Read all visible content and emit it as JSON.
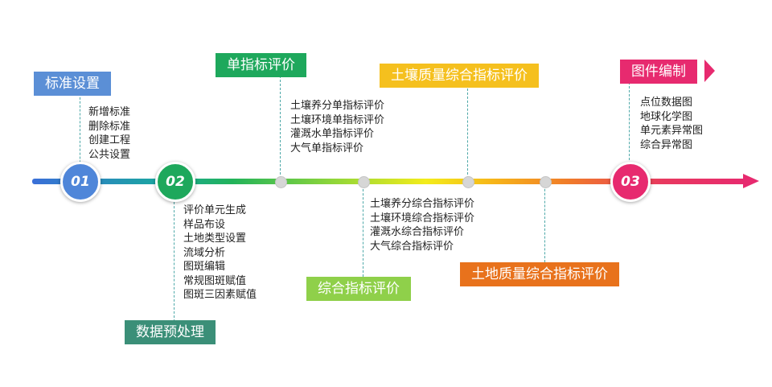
{
  "colors": {
    "blue": "#5b8fd6",
    "green_dark": "#1ea85c",
    "green_light": "#8fd04a",
    "yellow": "#f5c01e",
    "orange": "#e8721c",
    "pink": "#e72a6f",
    "teal": "#3b8f78"
  },
  "nodes": {
    "n1": "01",
    "n2": "02",
    "n3": "03"
  },
  "tags": {
    "standard_settings": "标准设置",
    "data_preprocess": "数据预处理",
    "single_eval": "单指标评价",
    "composite_eval": "综合指标评价",
    "soil_quality_eval": "土壤质量综合指标评价",
    "land_quality_eval": "土地质量综合指标评价",
    "map_editing": "图件编制"
  },
  "lists": {
    "standard_settings": [
      "新增标准",
      "删除标准",
      "创建工程",
      "公共设置"
    ],
    "data_preprocess": [
      "评价单元生成",
      "样品布设",
      "土地类型设置",
      "流域分析",
      "图斑编辑",
      "常规图斑赋值",
      "图斑三因素赋值"
    ],
    "single_eval": [
      "土壤养分单指标评价",
      "土壤环境单指标评价",
      "灌溉水单指标评价",
      "大气单指标评价"
    ],
    "composite_eval": [
      "土壤养分综合指标评价",
      "土壤环境综合指标评价",
      "灌溉水综合指标评价",
      "大气综合指标评价"
    ],
    "map_editing": [
      "点位数据图",
      "地球化学图",
      "单元素异常图",
      "综合异常图"
    ]
  }
}
